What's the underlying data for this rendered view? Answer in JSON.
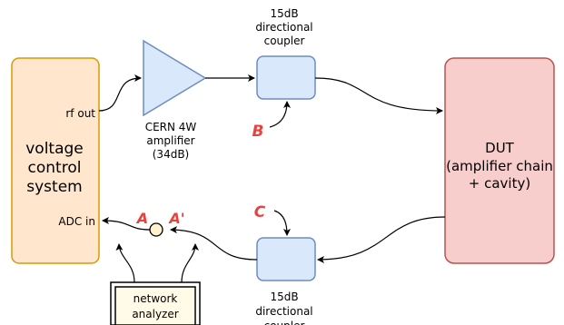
{
  "colors": {
    "vcs_fill": "#ffe6cc",
    "vcs_stroke": "#d79b00",
    "amp_fill": "#dae8fc",
    "amp_stroke": "#6c8ebf",
    "dut_fill": "#f8cecc",
    "dut_stroke": "#b85450",
    "label_red": "#e8423f",
    "line": "#000000"
  },
  "vcs": {
    "title_lines": [
      "voltage",
      "control",
      "system"
    ],
    "rf_out": "rf out",
    "adc_in": "ADC in"
  },
  "amplifier": {
    "label_lines": [
      "CERN 4W",
      "amplifier",
      "(34dB)"
    ]
  },
  "coupler_top": {
    "label_lines": [
      "15dB",
      "directional",
      "coupler"
    ]
  },
  "coupler_bottom": {
    "label_lines": [
      "15dB",
      "directional",
      "coupler"
    ]
  },
  "dut": {
    "label_lines": [
      "DUT",
      "(amplifier chain",
      "+ cavity)"
    ]
  },
  "network_analyzer": {
    "label_lines": [
      "network",
      "analyzer"
    ]
  },
  "points": {
    "a": "A",
    "a_prime": "A'",
    "b": "B",
    "c": "C"
  }
}
